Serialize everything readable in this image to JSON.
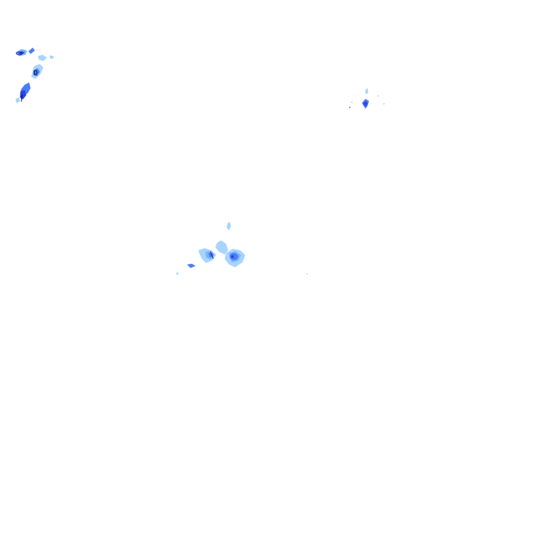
{
  "map": {
    "background_color": "#ffffff",
    "precipitation_legend_colors": {
      "light": "#a8d4ff",
      "light_medium": "#78b4ff",
      "medium": "#4a7cf5",
      "heavy": "#2a46e0",
      "very_heavy": "#101a8c",
      "extreme": "#050a3a"
    },
    "echo_clusters": [
      {
        "name": "northwest-echo-cluster",
        "intensity": "heavy"
      },
      {
        "name": "northeast-echo-cluster",
        "intensity": "heavy"
      },
      {
        "name": "central-echo-cluster",
        "intensity": "medium"
      }
    ]
  }
}
